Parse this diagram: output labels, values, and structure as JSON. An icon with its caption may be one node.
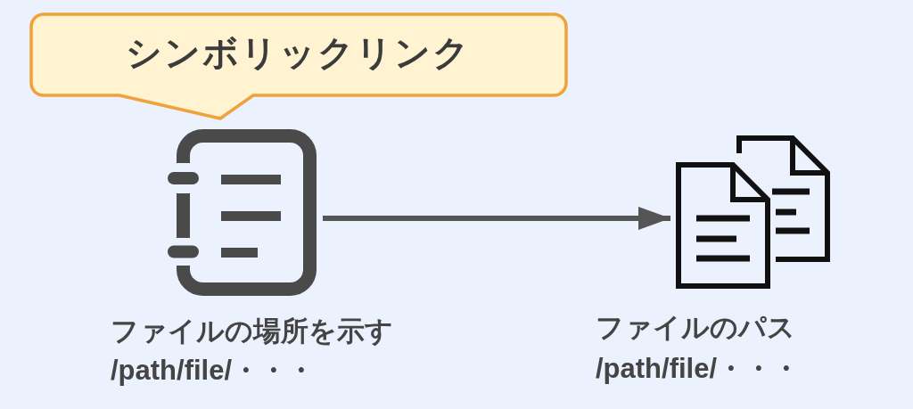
{
  "diagram": {
    "nodes": [
      {
        "text": [
          "シンボリックリンク"
        ]
      },
      {
        "text": [],
        "shape": "picture",
        "beside": [
          "ファイルの場所を示す",
          "/path/file/・・・"
        ]
      },
      {
        "text": [],
        "shape": "picture",
        "beside": [
          "ファイルのパス",
          "/path/file/・・・"
        ]
      }
    ],
    "edges": [
      {
        "from": 1,
        "to": 2,
        "arrow": "to"
      }
    ]
  }
}
